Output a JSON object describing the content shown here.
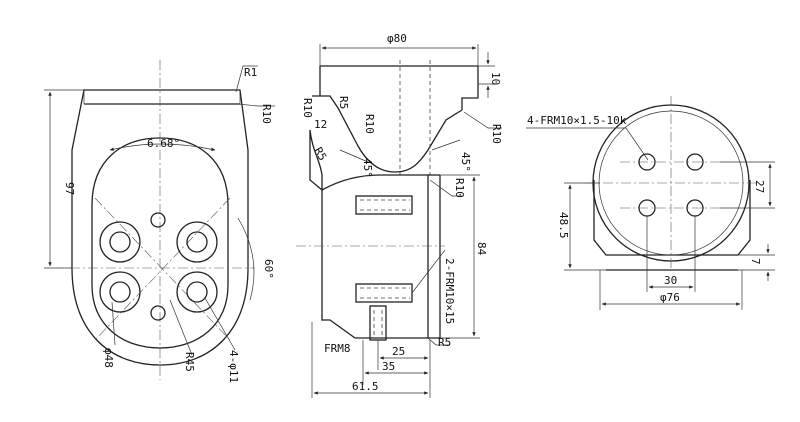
{
  "front_view": {
    "angle_top": "6.68°",
    "height": "97",
    "radius_top_right": "R1",
    "radius_right": "R10",
    "angle_right": "60°",
    "dia_left": "φ48",
    "radius_bottom": "R45",
    "holes_bottom": "4-φ11"
  },
  "section_view": {
    "dia_top": "φ80",
    "dim_10": "10",
    "dim_12": "12",
    "r5_top": "R5",
    "r10_left": "R10",
    "r10_mid": "R10",
    "r10_right": "R10",
    "r5_slot": "R5",
    "angle_left": "45°",
    "angle_right": "45°",
    "r10_lower": "R10",
    "height": "84",
    "thread_side": "2-FRM10×15",
    "thread_bottom": "FRM8",
    "r5_bottom": "R5",
    "dim_25": "25",
    "dim_35": "35",
    "dim_615": "61.5"
  },
  "side_view": {
    "thread_holes": "4-FRM10×1.5-10k",
    "dim_27": "27",
    "dim_485": "48.5",
    "dim_7": "7",
    "dim_30": "30",
    "dia_bottom": "φ76"
  }
}
